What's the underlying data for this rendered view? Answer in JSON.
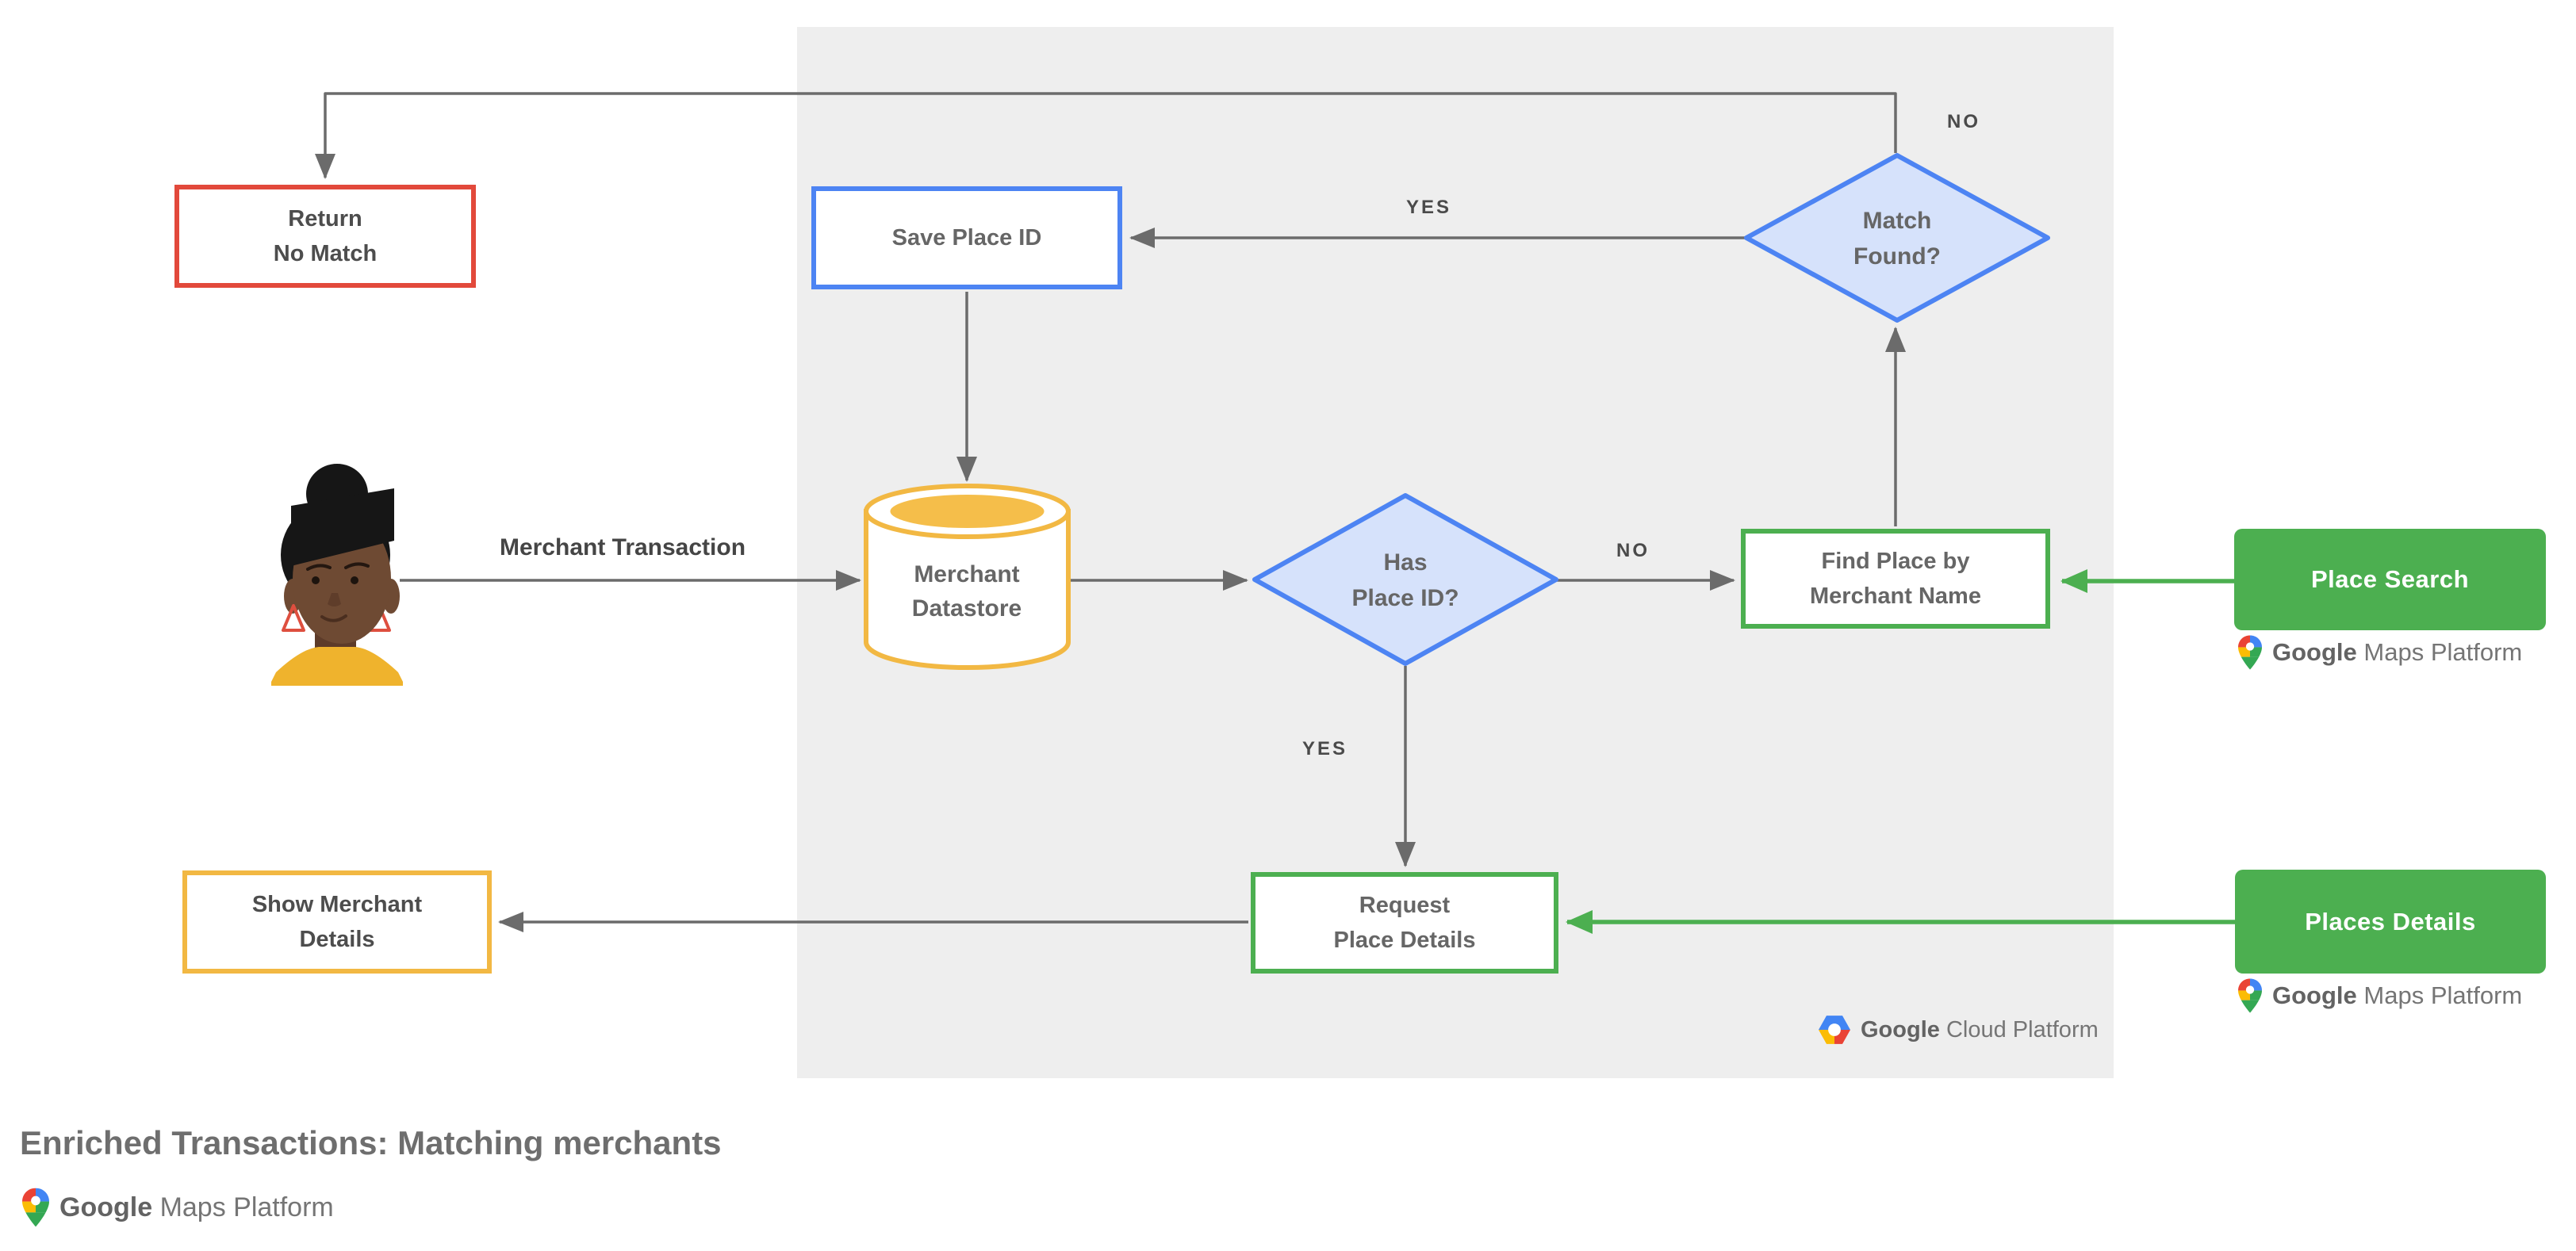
{
  "title": "Enriched Transactions: Matching merchants",
  "nodes": {
    "return_no_match": {
      "line1": "Return",
      "line2": "No Match"
    },
    "save_place_id": {
      "line1": "Save Place ID"
    },
    "match_found": {
      "line1": "Match",
      "line2": "Found?"
    },
    "merchant_datastore": {
      "line1": "Merchant",
      "line2": "Datastore"
    },
    "has_place_id": {
      "line1": "Has",
      "line2": "Place ID?"
    },
    "find_place": {
      "line1": "Find Place by",
      "line2": "Merchant Name"
    },
    "request_place_details": {
      "line1": "Request",
      "line2": "Place Details"
    },
    "show_merchant_details": {
      "line1": "Show Merchant",
      "line2": "Details"
    },
    "place_search": {
      "line1": "Place Search"
    },
    "places_details": {
      "line1": "Places Details"
    }
  },
  "edge_labels": {
    "match_found_no": "NO",
    "match_found_yes": "YES",
    "has_place_id_no": "NO",
    "has_place_id_yes": "YES"
  },
  "actor_label": "Merchant Transaction",
  "logos": {
    "maps_platform": {
      "brand": "Google",
      "product": "Maps Platform"
    },
    "cloud_platform": {
      "brand": "Google",
      "product": "Cloud Platform"
    }
  },
  "colors": {
    "red": "#E2493B",
    "blue": "#4D84F3",
    "blue_fill": "#D6E2FB",
    "yellow": "#F2B843",
    "yellow_fill": "#F5BE4A",
    "green": "#4CAF50",
    "line_gray": "#6B6B6B",
    "panel_gray": "#EEEEEE"
  }
}
